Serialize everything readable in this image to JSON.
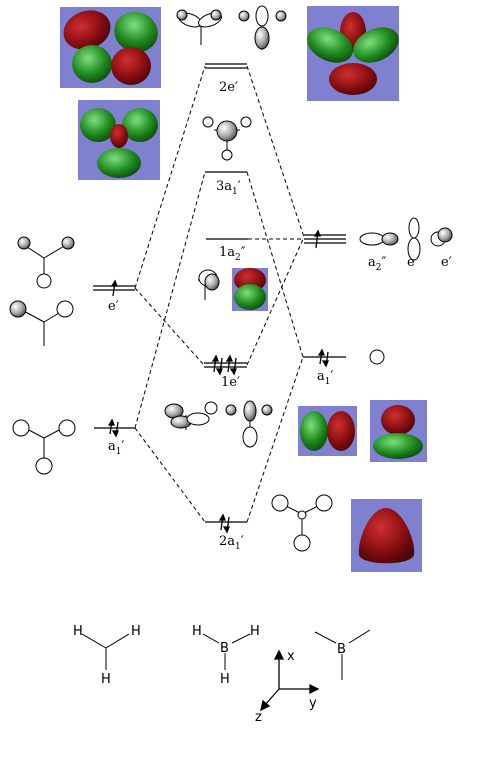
{
  "levels": {
    "center_2e": {
      "name": "2e",
      "sup": "′"
    },
    "center_3a1": {
      "name": "3a",
      "sub": "1",
      "sup": "′"
    },
    "center_1a2": {
      "name": "1a",
      "sub": "2",
      "sup": "″"
    },
    "center_1e": {
      "name": "1e",
      "sup": "′"
    },
    "center_2a1": {
      "name": "2a",
      "sub": "1",
      "sup": "′"
    },
    "left_e": {
      "name": "e",
      "sup": "′"
    },
    "left_a1": {
      "name": "a",
      "sub": "1",
      "sup": "′"
    },
    "right_a2": {
      "name": "a",
      "sub": "2",
      "sup": "″"
    },
    "right_e1": {
      "name": "e",
      "sup": "′"
    },
    "right_e2": {
      "name": "e",
      "sup": "′"
    },
    "right_a1": {
      "name": "a",
      "sub": "1",
      "sup": "′"
    }
  },
  "molecules": {
    "ch3": {
      "c": "",
      "h1": "H",
      "h2": "H",
      "h3": "H"
    },
    "bh3": {
      "b": "B",
      "h1": "H",
      "h2": "H",
      "h3": "H"
    },
    "bh3_skeleton": {
      "b": "B"
    }
  },
  "axes": {
    "x": "x",
    "y": "y",
    "z": "z"
  },
  "colors": {
    "orbital_bg": "#8080d0",
    "lobe_red": "#8a0f12",
    "lobe_green": "#1f8a1f",
    "line": "#000000"
  },
  "icons": [
    "orbital-render-icon",
    "p-orbital-icon",
    "s-orbital-icon",
    "sp-hybrid-icon",
    "electron-arrow-icon"
  ]
}
